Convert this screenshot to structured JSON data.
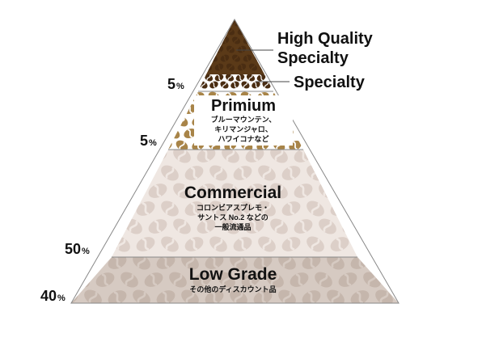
{
  "colors": {
    "top_tier": "#5b3a18",
    "bean_dark": "#4a2d12",
    "primium_bean": "#a88448",
    "commercial_bg": "#efe7e2",
    "commercial_bean": "#dccfc8",
    "lowgrade_bg": "#d6cac2",
    "lowgrade_bean": "#c5b6ac",
    "line": "#888888"
  },
  "labels": {
    "high_quality": [
      "High Quality",
      "Specialty"
    ],
    "specialty": "Specialty"
  },
  "tiers": {
    "primium": {
      "title": "Primium",
      "lines": [
        "ブルーマウンテン、",
        "キリマンジャロ、",
        "ハワイコナなど"
      ]
    },
    "commercial": {
      "title": "Commercial",
      "lines": [
        "コロンビアスプレモ・",
        "サントス No.2 などの",
        "一般流通品"
      ]
    },
    "low_grade": {
      "title": "Low Grade",
      "lines": [
        "その他のディスカウント品"
      ]
    }
  },
  "percentages": [
    {
      "value": "5",
      "unit": "%"
    },
    {
      "value": "5",
      "unit": "%"
    },
    {
      "value": "50",
      "unit": "%"
    },
    {
      "value": "40",
      "unit": "%"
    }
  ]
}
